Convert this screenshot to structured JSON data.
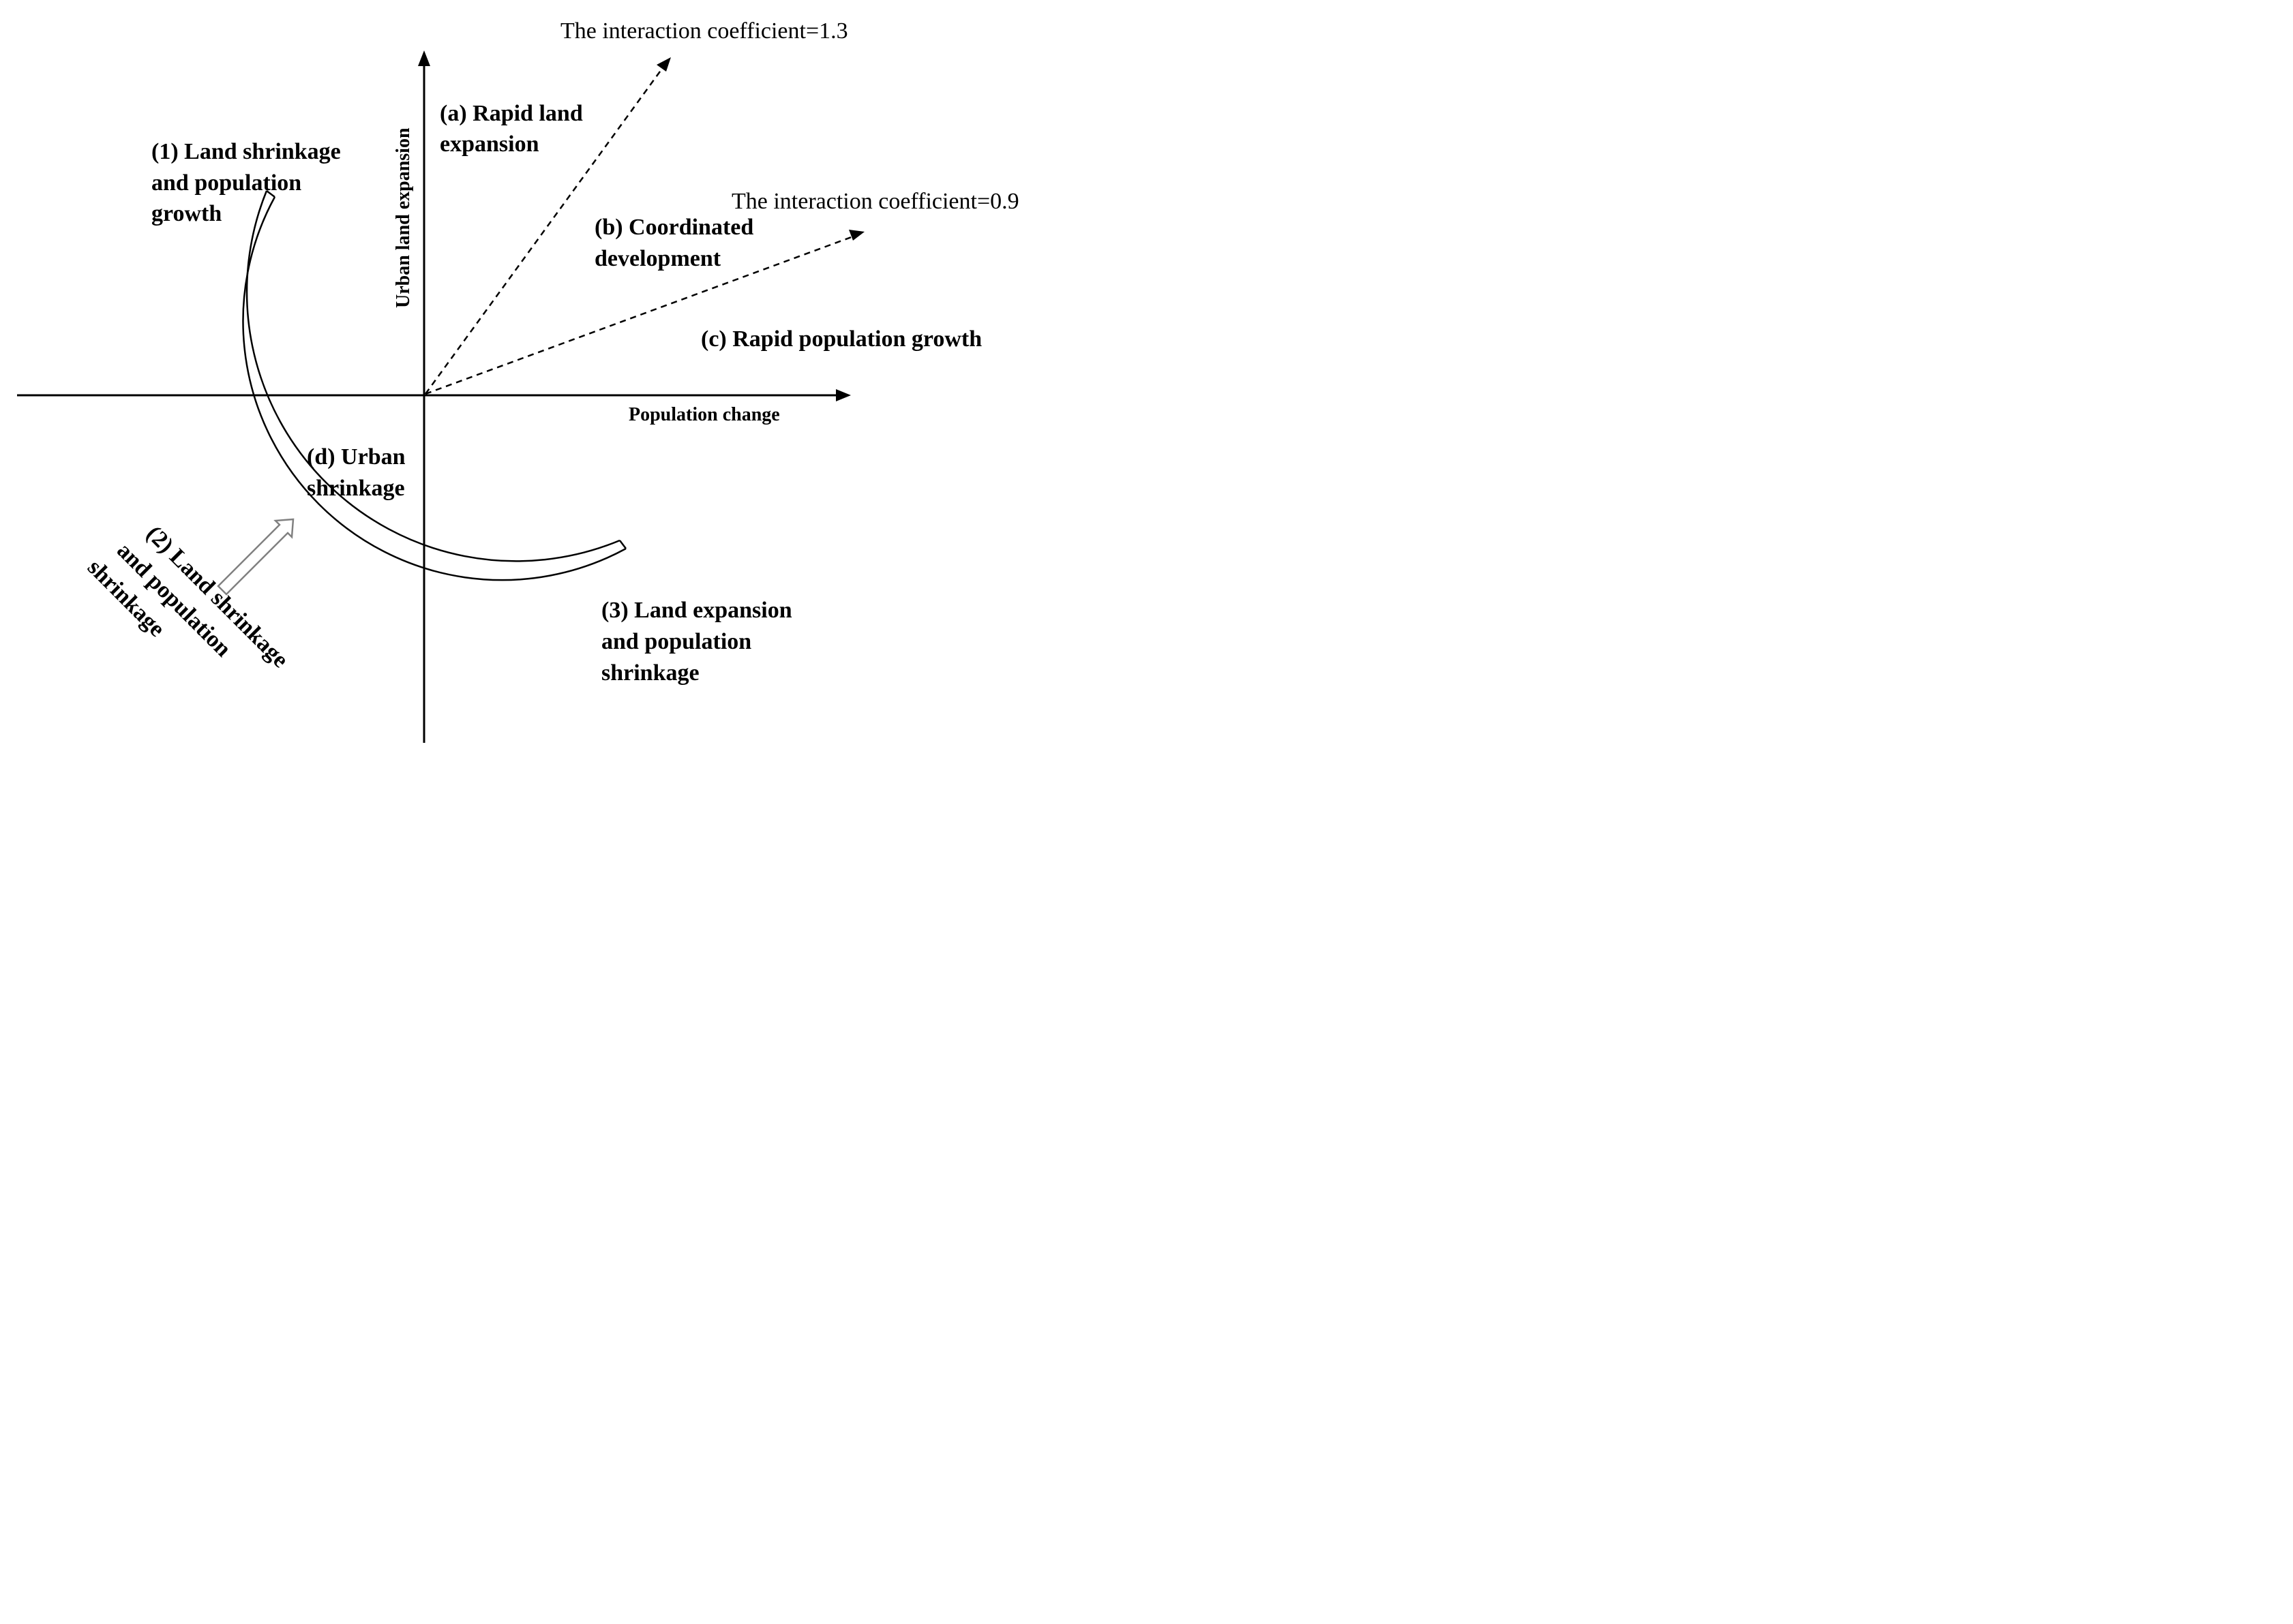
{
  "axes": {
    "x_label": "Population change",
    "y_label": "Urban land expansion"
  },
  "vectors": [
    {
      "label": "The interaction coefficient=1.3"
    },
    {
      "label": "The interaction coefficient=0.9"
    }
  ],
  "regions": {
    "a": {
      "line1": "(a) Rapid land",
      "line2": "expansion"
    },
    "b": {
      "line1": "(b) Coordinated",
      "line2": "development"
    },
    "c": {
      "line1": "(c) Rapid population growth"
    },
    "d": {
      "line1": "(d) Urban",
      "line2": "shrinkage"
    }
  },
  "stages": {
    "s1": {
      "line1": "(1) Land shrinkage",
      "line2": "and population",
      "line3": "growth"
    },
    "s2": {
      "line1": "(2) Land shrinkage",
      "line2": "and population",
      "line3": "shrinkage"
    },
    "s3": {
      "line1": "(3) Land expansion",
      "line2": "and population",
      "line3": "shrinkage"
    }
  }
}
